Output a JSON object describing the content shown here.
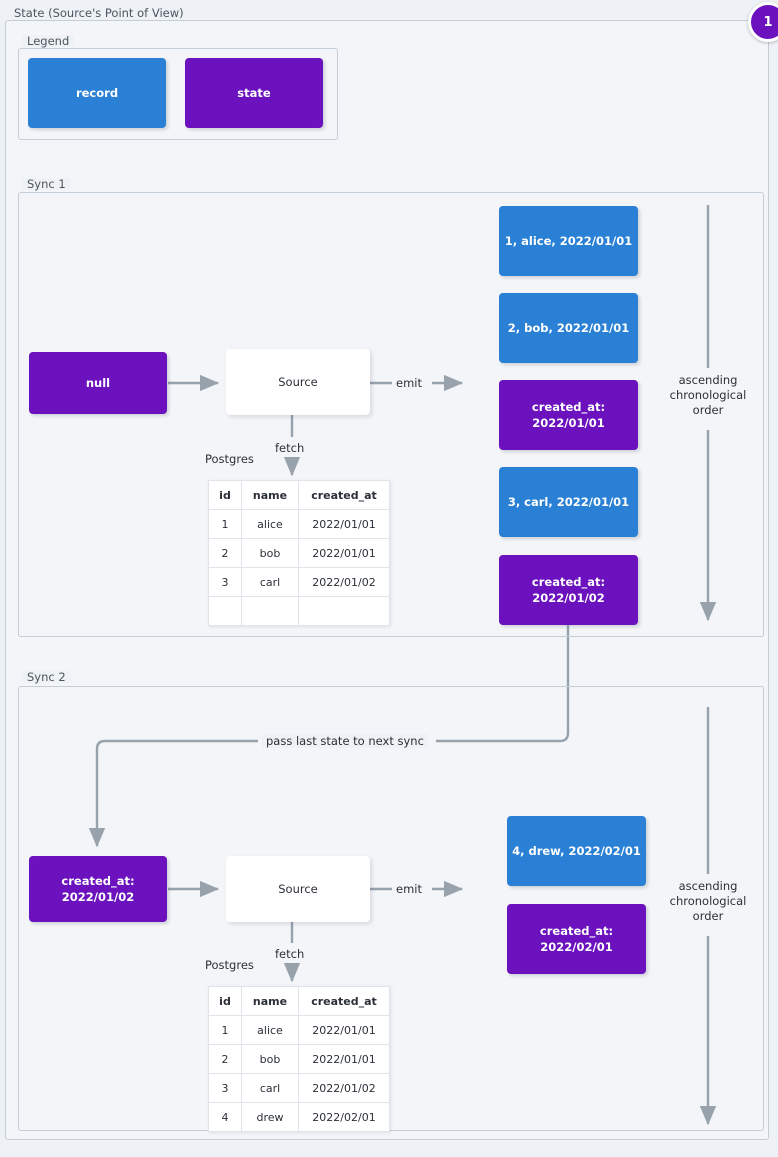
{
  "diagram": {
    "title": "State (Source's Point of View)",
    "badge": "1",
    "colors": {
      "record": "#2980d4",
      "state": "#6b11bd",
      "background": "#eef1f5",
      "frame_border": "#c3cdd8",
      "connector": "#6b7a8a"
    }
  },
  "legend": {
    "title": "Legend",
    "items": [
      {
        "label": "record",
        "kind": "record"
      },
      {
        "label": "state",
        "kind": "state"
      }
    ]
  },
  "sync1": {
    "title": "Sync 1",
    "input_state": "null",
    "source_label": "Source",
    "emit_label": "emit",
    "fetch_label": "fetch",
    "db_label": "Postgres",
    "order_label": "ascending chronological order",
    "table": {
      "headers": [
        "id",
        "name",
        "created_at"
      ],
      "rows": [
        [
          "1",
          "alice",
          "2022/01/01"
        ],
        [
          "2",
          "bob",
          "2022/01/01"
        ],
        [
          "3",
          "carl",
          "2022/01/02"
        ],
        [
          "",
          "",
          ""
        ]
      ]
    },
    "emitted": [
      {
        "kind": "record",
        "line1": "1, alice, 2022/01/01",
        "line2": ""
      },
      {
        "kind": "record",
        "line1": "2, bob, 2022/01/01",
        "line2": ""
      },
      {
        "kind": "state",
        "line1": "created_at:",
        "line2": "2022/01/01"
      },
      {
        "kind": "record",
        "line1": "3, carl, 2022/01/01",
        "line2": ""
      },
      {
        "kind": "state",
        "line1": "created_at:",
        "line2": "2022/01/02"
      }
    ]
  },
  "sync2": {
    "title": "Sync 2",
    "pass_state_label": "pass last state to next sync",
    "input_state_line1": "created_at:",
    "input_state_line2": "2022/01/02",
    "source_label": "Source",
    "emit_label": "emit",
    "fetch_label": "fetch",
    "db_label": "Postgres",
    "order_label": "ascending chronological order",
    "table": {
      "headers": [
        "id",
        "name",
        "created_at"
      ],
      "rows": [
        [
          "1",
          "alice",
          "2022/01/01"
        ],
        [
          "2",
          "bob",
          "2022/01/01"
        ],
        [
          "3",
          "carl",
          "2022/01/02"
        ],
        [
          "4",
          "drew",
          "2022/02/01"
        ]
      ]
    },
    "emitted": [
      {
        "kind": "record",
        "line1": "4, drew, 2022/02/01",
        "line2": ""
      },
      {
        "kind": "state",
        "line1": "created_at:",
        "line2": "2022/02/01"
      }
    ]
  }
}
